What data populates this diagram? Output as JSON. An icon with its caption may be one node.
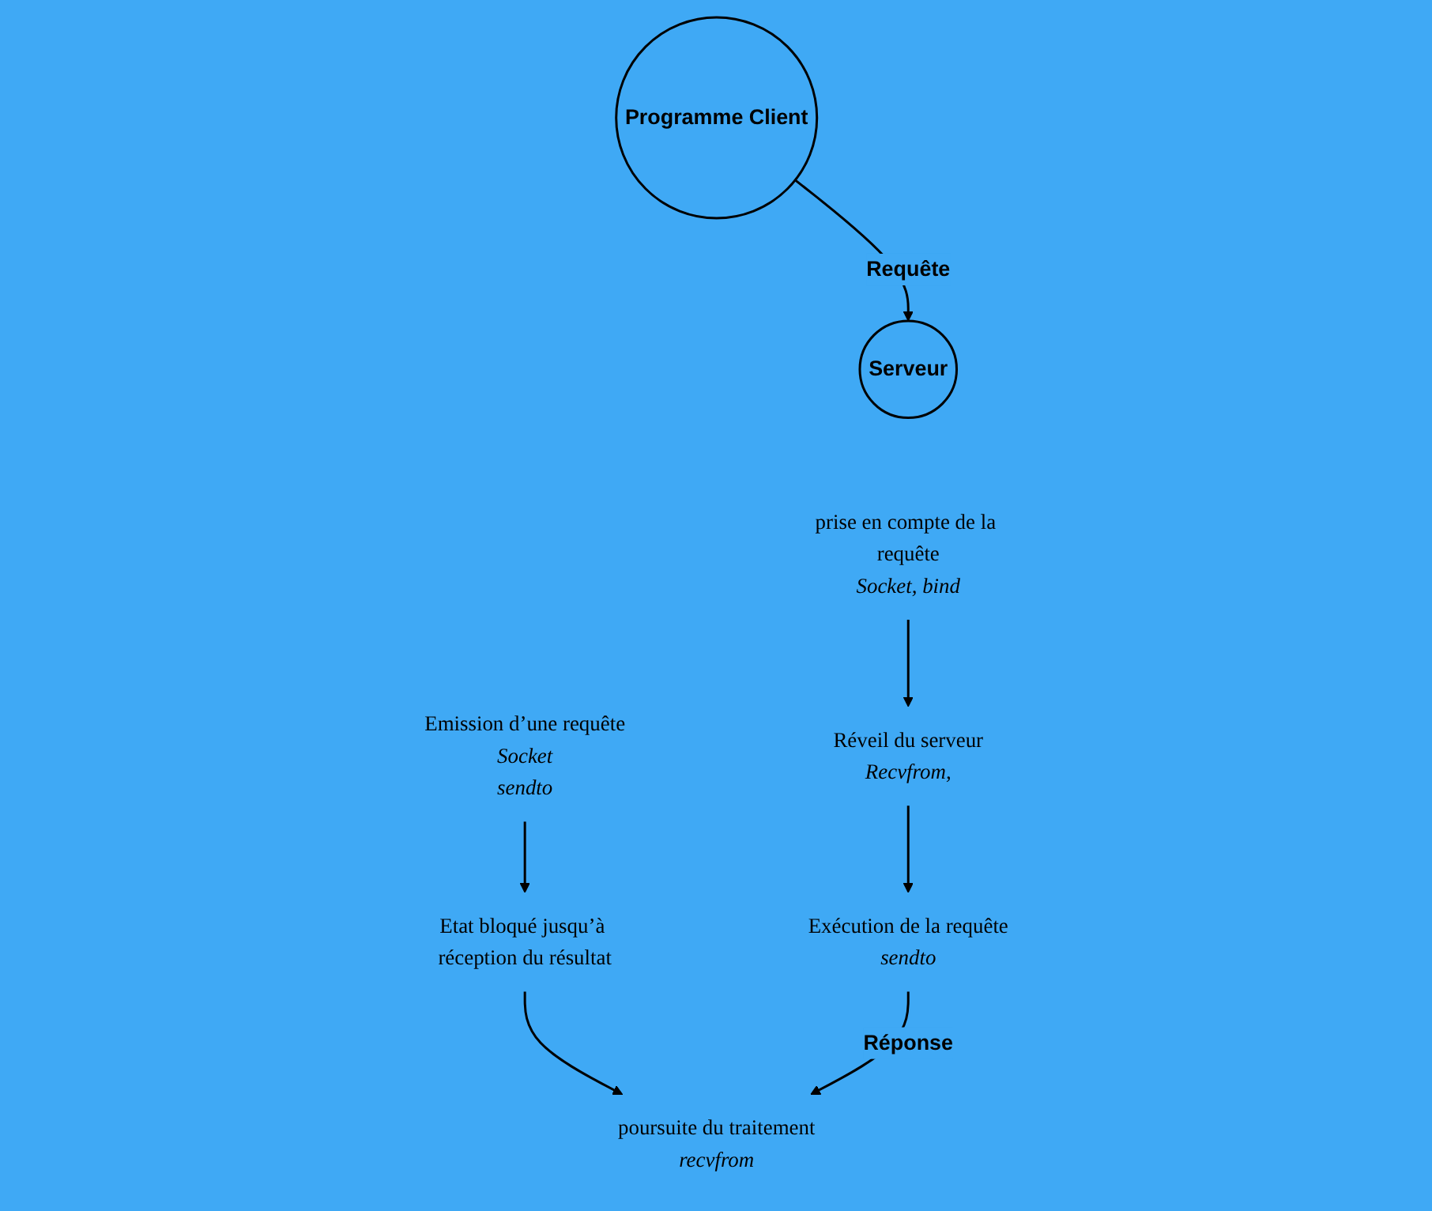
{
  "diagram": {
    "nodes": [
      {
        "text": [
          "Programme Client"
        ]
      },
      {
        "text": [
          "Serveur"
        ]
      },
      {
        "text": [
          "Emission d’une  requête"
        ],
        "beside": [
          "Socket",
          "sendto"
        ]
      },
      {
        "text": [
          "Etat bloqué jusqu’à réception du résultat"
        ]
      },
      {
        "text": [
          "poursuite du traitement"
        ],
        "beside": [
          "recvfrom"
        ]
      },
      {
        "text": [
          "prise en compte de la requête"
        ],
        "beside": [
          "Socket, bind"
        ]
      },
      {
        "text": [
          "Réveil du serveur"
        ],
        "beside": [
          "Recvfrom,"
        ]
      },
      {
        "text": [
          "Exécution de la requête"
        ],
        "beside": [
          "sendto"
        ]
      }
    ],
    "edges": [
      {
        "from": 0,
        "to": 1,
        "arrow": "to",
        "label": "Requête"
      },
      {
        "from": 2,
        "to": 3,
        "arrow": "to"
      },
      {
        "from": 3,
        "to": 4,
        "arrow": "to"
      },
      {
        "from": 5,
        "to": 6,
        "arrow": "to"
      },
      {
        "from": 6,
        "to": 7,
        "arrow": "to"
      },
      {
        "from": 7,
        "to": 4,
        "arrow": "to",
        "label": "Réponse"
      }
    ]
  }
}
